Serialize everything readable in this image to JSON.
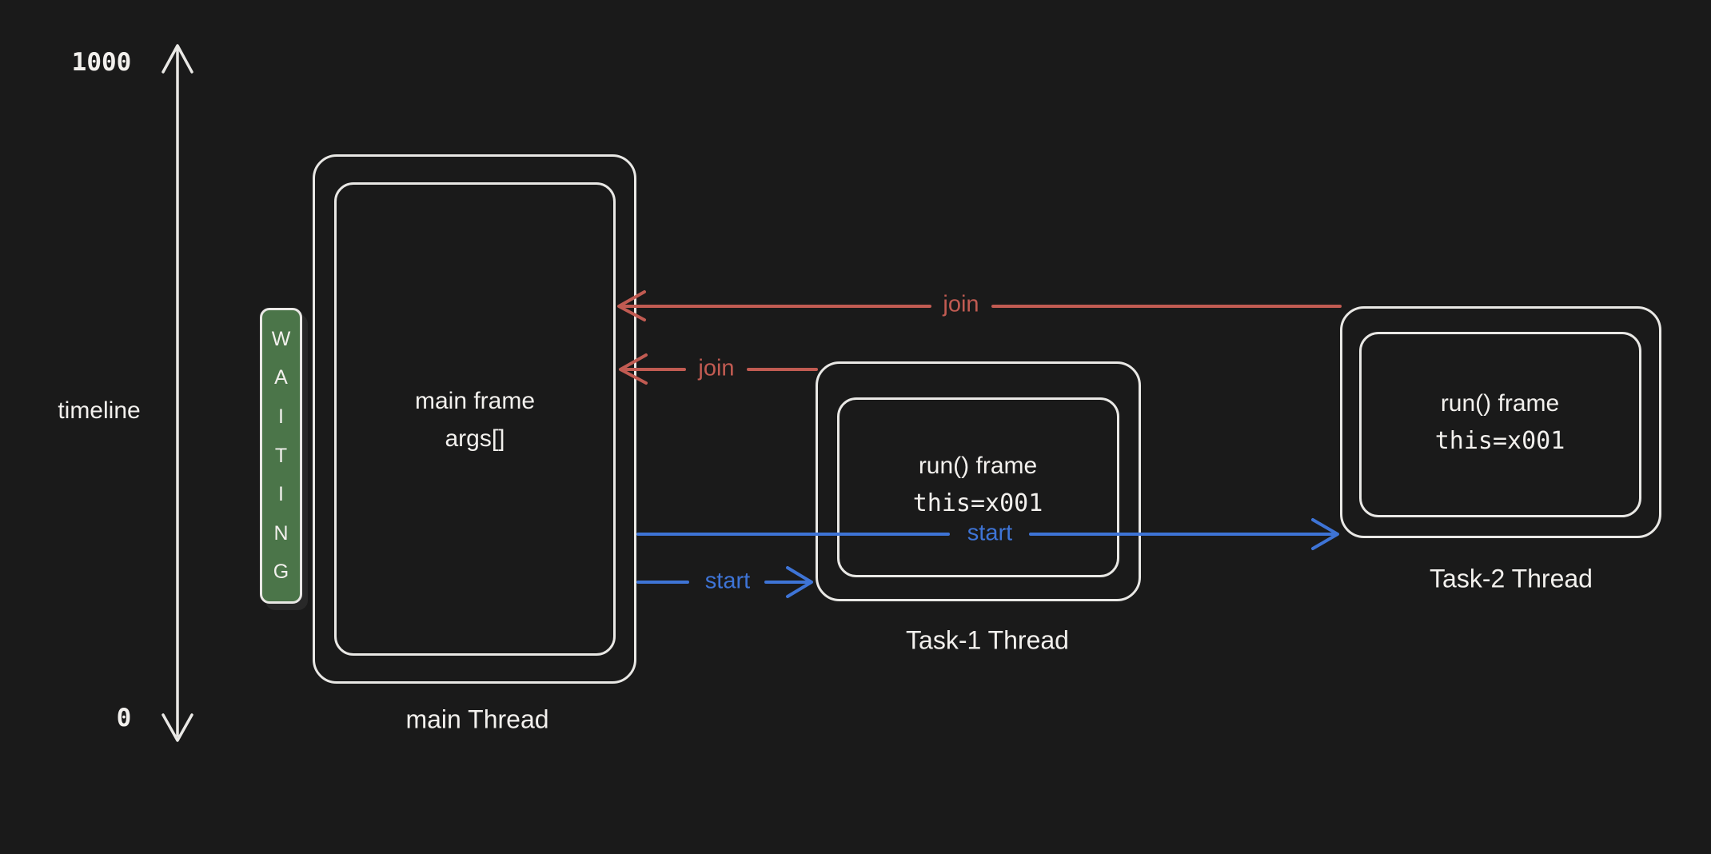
{
  "colors": {
    "background": "#1a1a1a",
    "stroke": "#e9e8e5",
    "text": "#f2f0ed",
    "join": "#c15b52",
    "start": "#3e74d6",
    "waiting_bg": "#4b7549"
  },
  "timeline": {
    "top_label": "1000",
    "bottom_label": "0",
    "axis_label": "timeline"
  },
  "threads": {
    "main": {
      "frame_line1": "main frame",
      "frame_line2": "args[]",
      "label": "main Thread",
      "waiting_letters": [
        "W",
        "A",
        "I",
        "T",
        "I",
        "N",
        "G"
      ]
    },
    "task1": {
      "frame_line1": "run() frame",
      "frame_line2": "this=x001",
      "label": "Task-1 Thread"
    },
    "task2": {
      "frame_line1": "run() frame",
      "frame_line2": "this=x001",
      "label": "Task-2 Thread"
    }
  },
  "arrows": {
    "join_from_task2_label": "join",
    "join_from_task1_label": "join",
    "start_task2_label": "start",
    "start_task1_label": "start"
  }
}
